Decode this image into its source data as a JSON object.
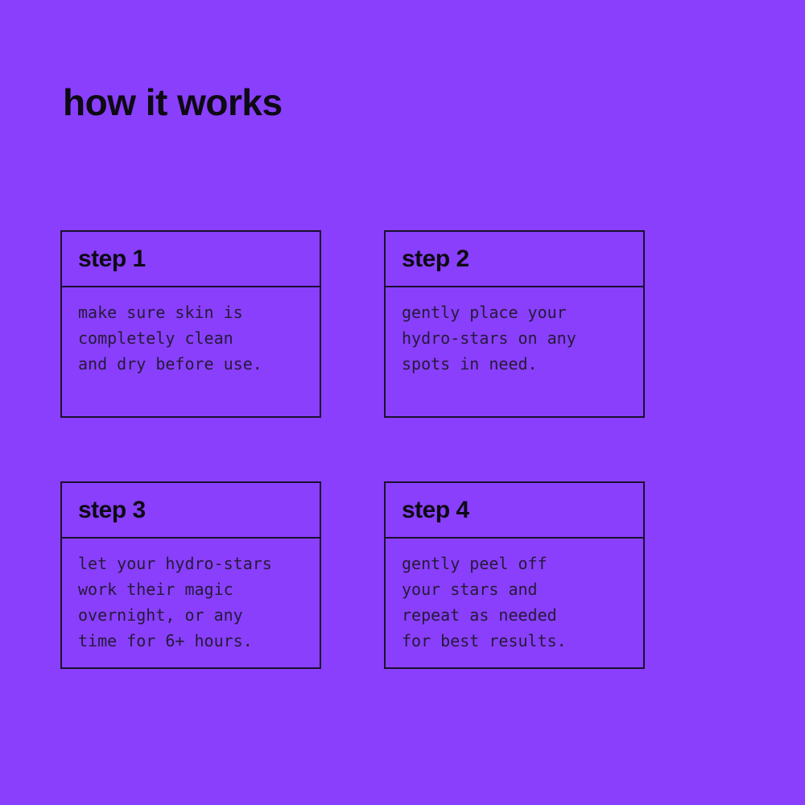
{
  "page": {
    "background_color": "#8a3ffc",
    "border_color": "#1a102e",
    "text_color": "#0d0a14",
    "title": "how it works"
  },
  "steps": [
    {
      "label": "step 1",
      "text": "make sure skin is\ncompletely clean\nand dry before use."
    },
    {
      "label": "step 2",
      "text": "gently place your\nhydro-stars on any\nspots in need."
    },
    {
      "label": "step 3",
      "text": "let your hydro-stars\nwork their magic\novernight, or any\ntime for 6+ hours."
    },
    {
      "label": "step 4",
      "text": "gently peel off\nyour stars and\nrepeat as needed\nfor best results."
    }
  ]
}
